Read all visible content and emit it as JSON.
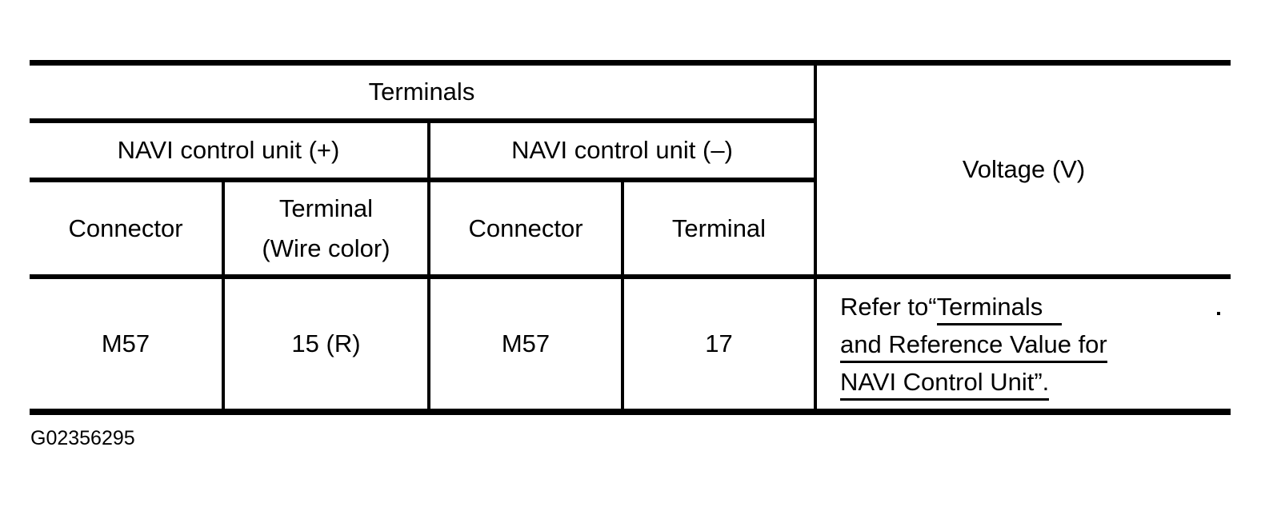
{
  "figure": {
    "id": "G02356295",
    "background": "#ffffff",
    "ink_color": "#000000"
  },
  "table": {
    "terminals_header": "Terminals",
    "voltage_header": "Voltage (V)",
    "group_plus_label": "NAVI control unit (+)",
    "group_minus_label": "NAVI control unit (–)",
    "col_connector_plus": "Connector",
    "col_terminal_plus_line1": "Terminal",
    "col_terminal_plus_line2": "(Wire color)",
    "col_connector_minus": "Connector",
    "col_terminal_minus": "Terminal",
    "data_row": {
      "connector_plus": "M57",
      "terminal_plus": "15 (R)",
      "connector_minus": "M57",
      "terminal_minus": "17",
      "voltage_prefix": "Refer to",
      "voltage_open_quote": "“",
      "voltage_link_line1": "Terminals",
      "voltage_link_line2": "and Reference Value for",
      "voltage_link_line3": "NAVI Control Unit”."
    }
  }
}
